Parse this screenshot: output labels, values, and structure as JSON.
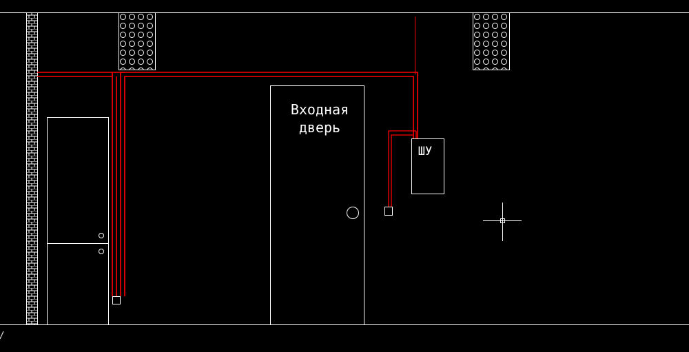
{
  "drawing": {
    "door_label_line1": "Входная",
    "door_label_line2": "дверь",
    "panel_label": "ШУ"
  },
  "colors": {
    "background": "#000000",
    "line": "#ffffff",
    "wiring": "#ff0000"
  },
  "icons": {
    "crosshair": "crosshair-cursor-icon",
    "ucs": "ucs-axis-icon"
  }
}
